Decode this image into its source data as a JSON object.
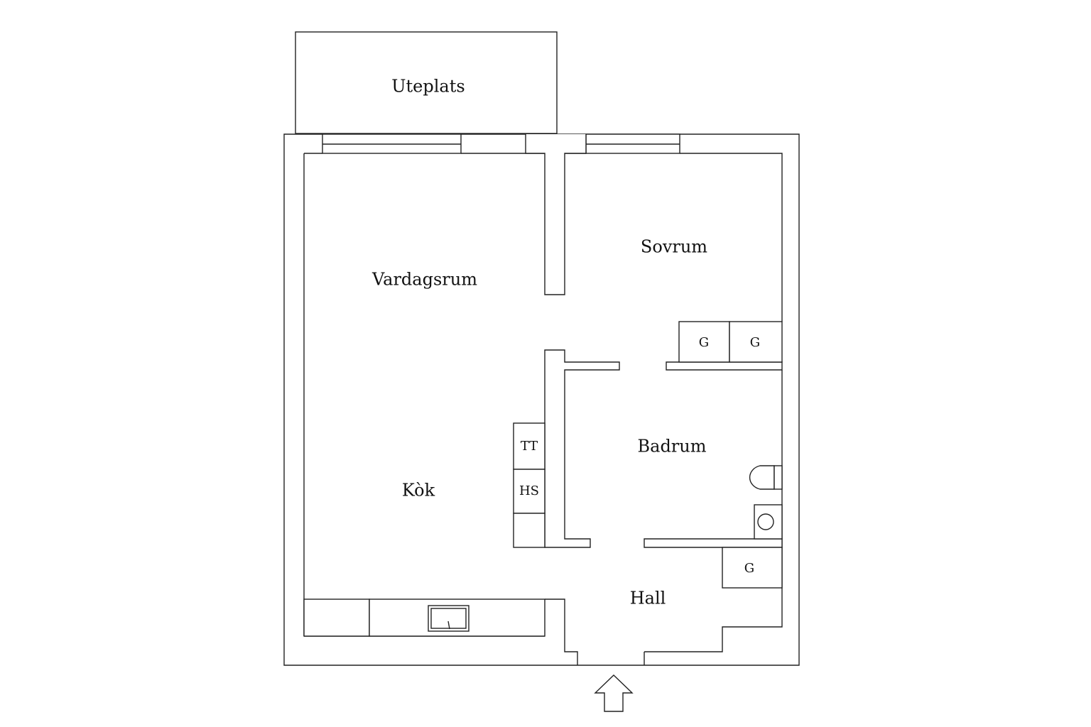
{
  "rooms": {
    "uteplats": "Uteplats",
    "vardagsrum": "Vardagsrum",
    "sovrum": "Sovrum",
    "badrum": "Badrum",
    "kok": "Kòk",
    "hall": "Hall"
  },
  "fixtures": {
    "garderob_1": "G",
    "garderob_2": "G",
    "garderob_3": "G",
    "tt": "TT",
    "hs": "HS"
  },
  "colors": {
    "line": "#222222",
    "background": "#ffffff"
  }
}
